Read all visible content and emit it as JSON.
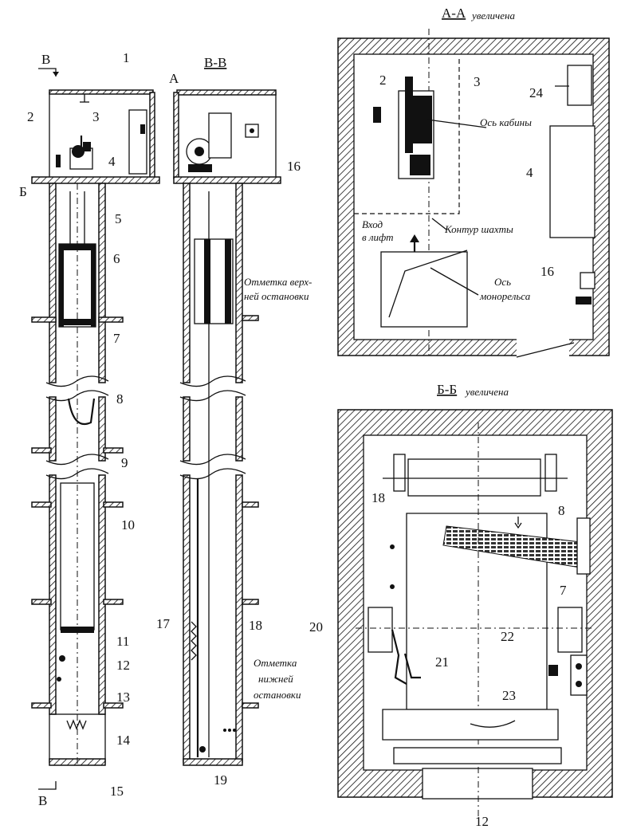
{
  "sections": {
    "v_left": "В",
    "v_left_bottom": "В",
    "b_left": "Б",
    "a_mark": "А",
    "vv_title": "В-В",
    "aa_title": "А-А",
    "aa_sub": "увеличена",
    "bb_title": "Б-Б",
    "bb_sub": "увеличена"
  },
  "numbers": {
    "n1": "1",
    "n2": "2",
    "n3": "3",
    "n4": "4",
    "n5": "5",
    "n6": "6",
    "n7": "7",
    "n8": "8",
    "n9": "9",
    "n10": "10",
    "n11": "11",
    "n12": "12",
    "n13": "13",
    "n14": "14",
    "n15": "15",
    "n16": "16",
    "n17": "17",
    "n18": "18",
    "n19": "19",
    "aa2": "2",
    "aa3": "3",
    "aa4": "4",
    "aa16": "16",
    "aa24": "24",
    "bb8": "8",
    "bb7": "7",
    "bb18": "18",
    "bb20": "20",
    "bb21": "21",
    "bb22": "22",
    "bb23": "23",
    "bb12": "12"
  },
  "notes": {
    "top_stop_1": "Отметка верх-",
    "top_stop_2": "ней остановки",
    "bottom_stop_1": "Отметка",
    "bottom_stop_2": "нижней",
    "bottom_stop_3": "остановки",
    "cabin_axis": "Ось кабины",
    "entry_1": "Вход",
    "entry_2": "в лифт",
    "shaft_contour": "Контур шахты",
    "rail_axis_1": "Ось",
    "rail_axis_2": "монорельса"
  }
}
